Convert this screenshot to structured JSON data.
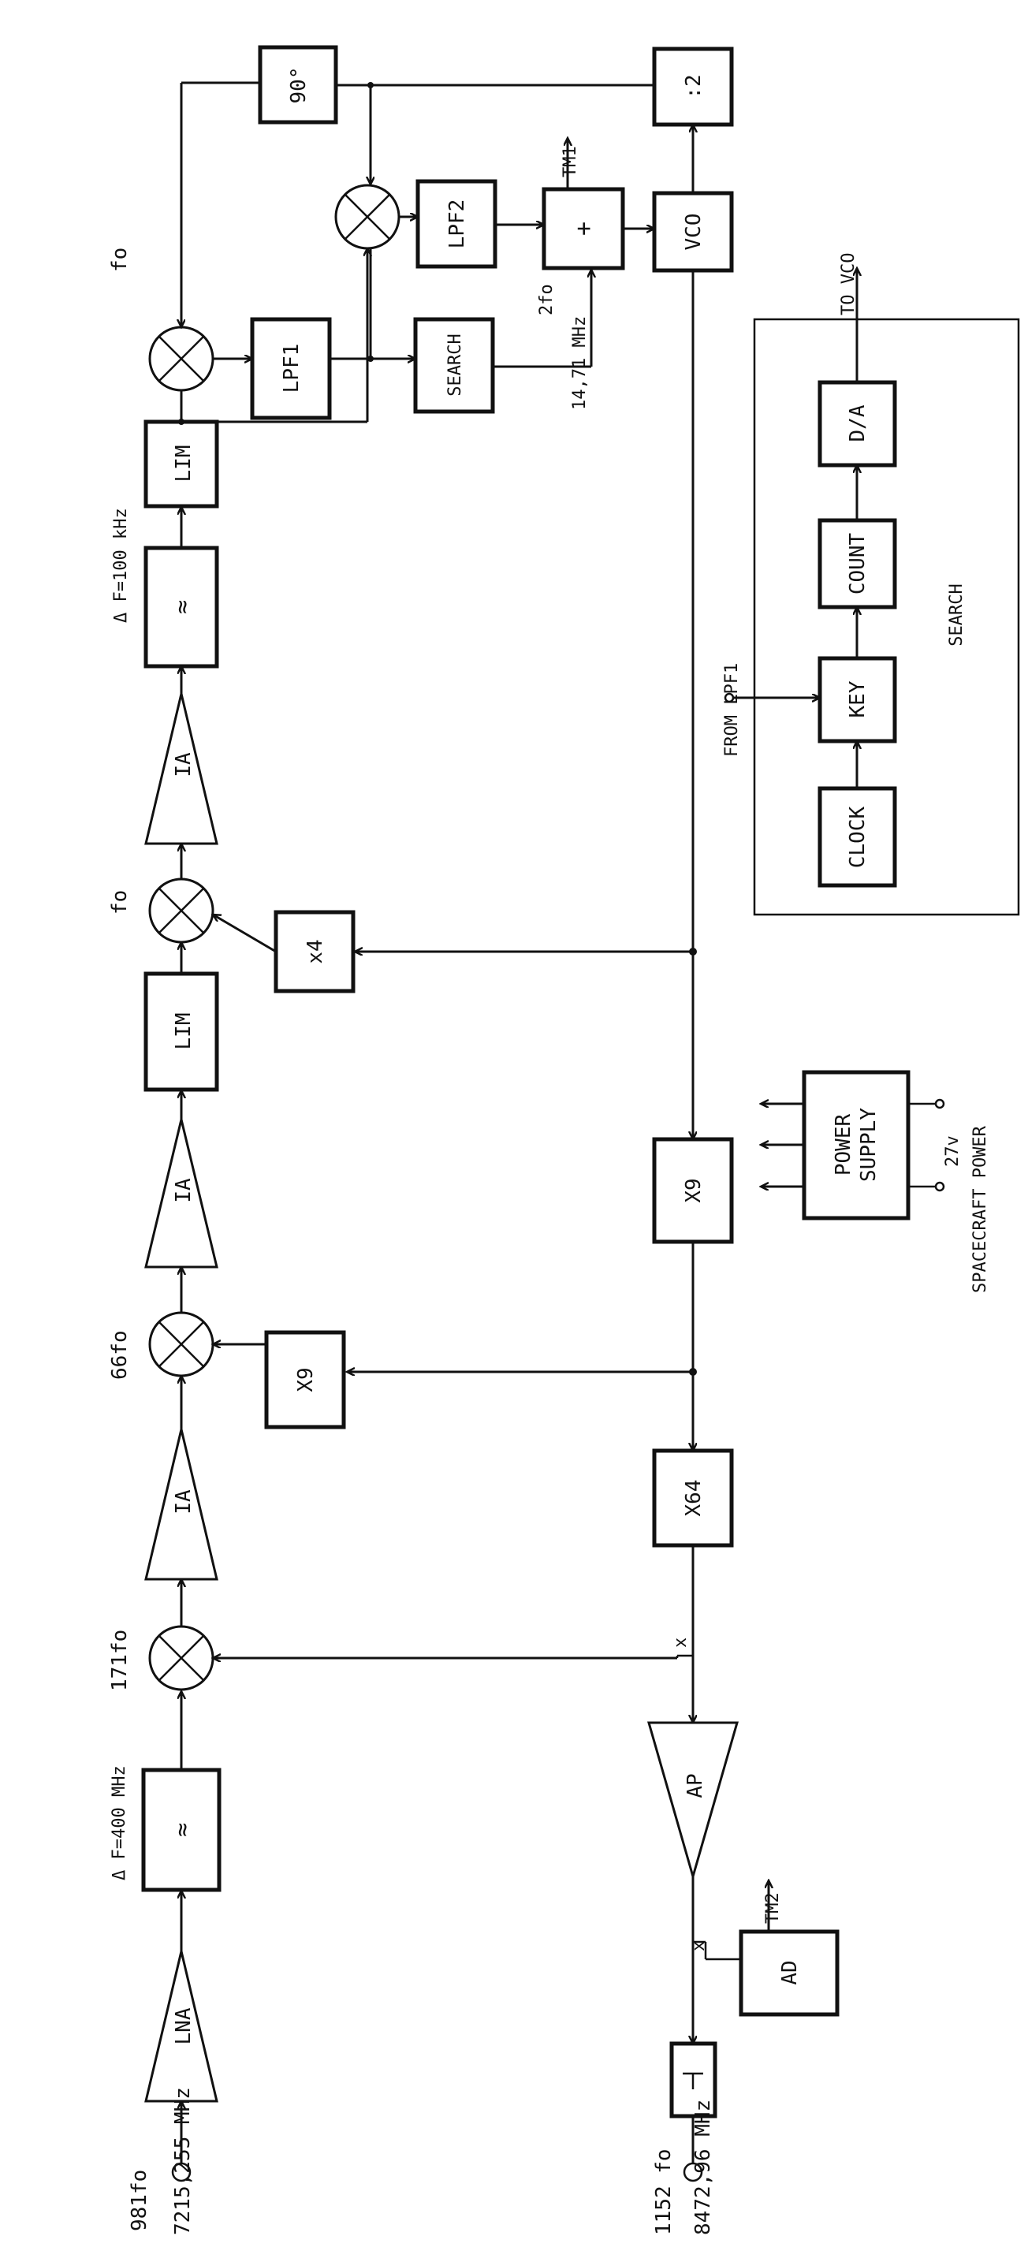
{
  "input": {
    "harmonic": "981fo",
    "freq": "7215,255 MHz"
  },
  "output": {
    "harmonic": "1152 fo",
    "freq": "8472,96 MHz"
  },
  "bw1": "Δ F=400 MHz",
  "bw2": "Δ F=100 kHz",
  "freqs": {
    "f171": "171fo",
    "f66": "66fo",
    "fo_a": "fo",
    "fo_b": "fo",
    "twofo": "2fo",
    "ref": "14,71 MHz"
  },
  "blocks": {
    "lna": "LNA",
    "filt1": "≈",
    "ia1": "IA",
    "ia2": "IA",
    "lim1": "LIM",
    "ia3": "IA",
    "filt2": "≈",
    "lim2": "LIM",
    "x9a": "X9",
    "x4": "x4",
    "lpf1": "LPF1",
    "ph90": "90°",
    "lpf2": "LPF2",
    "sum": "+",
    "search_blk": "SEARCH",
    "vco": "VCO",
    "div2": ":2",
    "x9b": "X9",
    "x64": "X64",
    "ap": "AP",
    "ad": "AD",
    "clock": "CLOCK",
    "key": "KEY",
    "count": "COUNT",
    "da": "D/A",
    "ps1": "POWER",
    "ps2": "SUPPLY"
  },
  "tm1": "TM1",
  "tm2": "TM2",
  "x_mark1": "x",
  "x_mark2": "x",
  "search_panel": {
    "title": "SEARCH",
    "from": "FROM LPF1",
    "to": "TO VCO"
  },
  "power": {
    "volt": "27v",
    "label": "SPACECRAFT POWER"
  }
}
